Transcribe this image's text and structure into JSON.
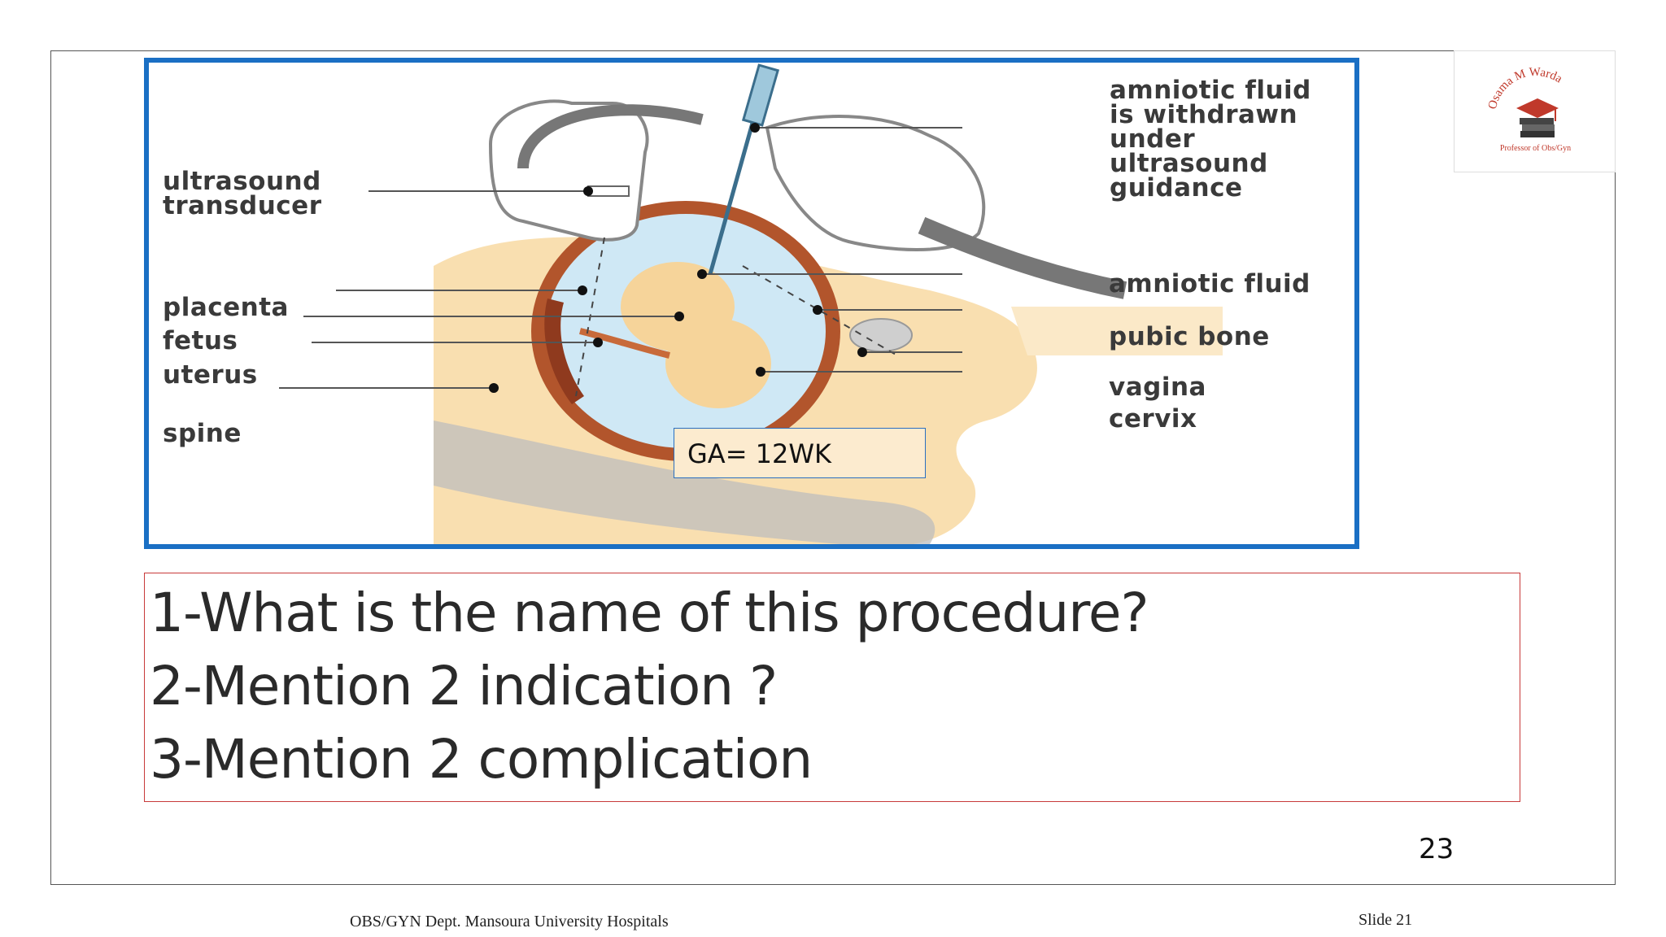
{
  "diagram": {
    "labels": {
      "ultrasound_transducer": "ultrasound\ntransducer",
      "placenta": "placenta",
      "fetus": "fetus",
      "uterus": "uterus",
      "spine": "spine",
      "amniotic_withdrawn": "amniotic fluid\nis withdrawn\nunder\nultrasound\nguidance",
      "amniotic_fluid": "amniotic fluid",
      "pubic_bone": "pubic bone",
      "vagina": "vagina",
      "cervix": "cervix"
    },
    "ga_label": "GA= 12WK"
  },
  "questions": [
    "1-What is the name of this procedure?",
    " 2-Mention 2 indication ?",
    "3-Mention 2 complication"
  ],
  "slide_number": "23",
  "footer": {
    "department": "OBS/GYN Dept. Mansoura University Hospitals",
    "slide_label": "Slide 21"
  },
  "logo": {
    "name_text": "Osama M Warda",
    "caption": "Professor of Obs/Gyn"
  },
  "colors": {
    "figure_border": "#1a6fc4",
    "question_border": "#c83a3a",
    "ga_box_fill": "#fcebcf"
  }
}
